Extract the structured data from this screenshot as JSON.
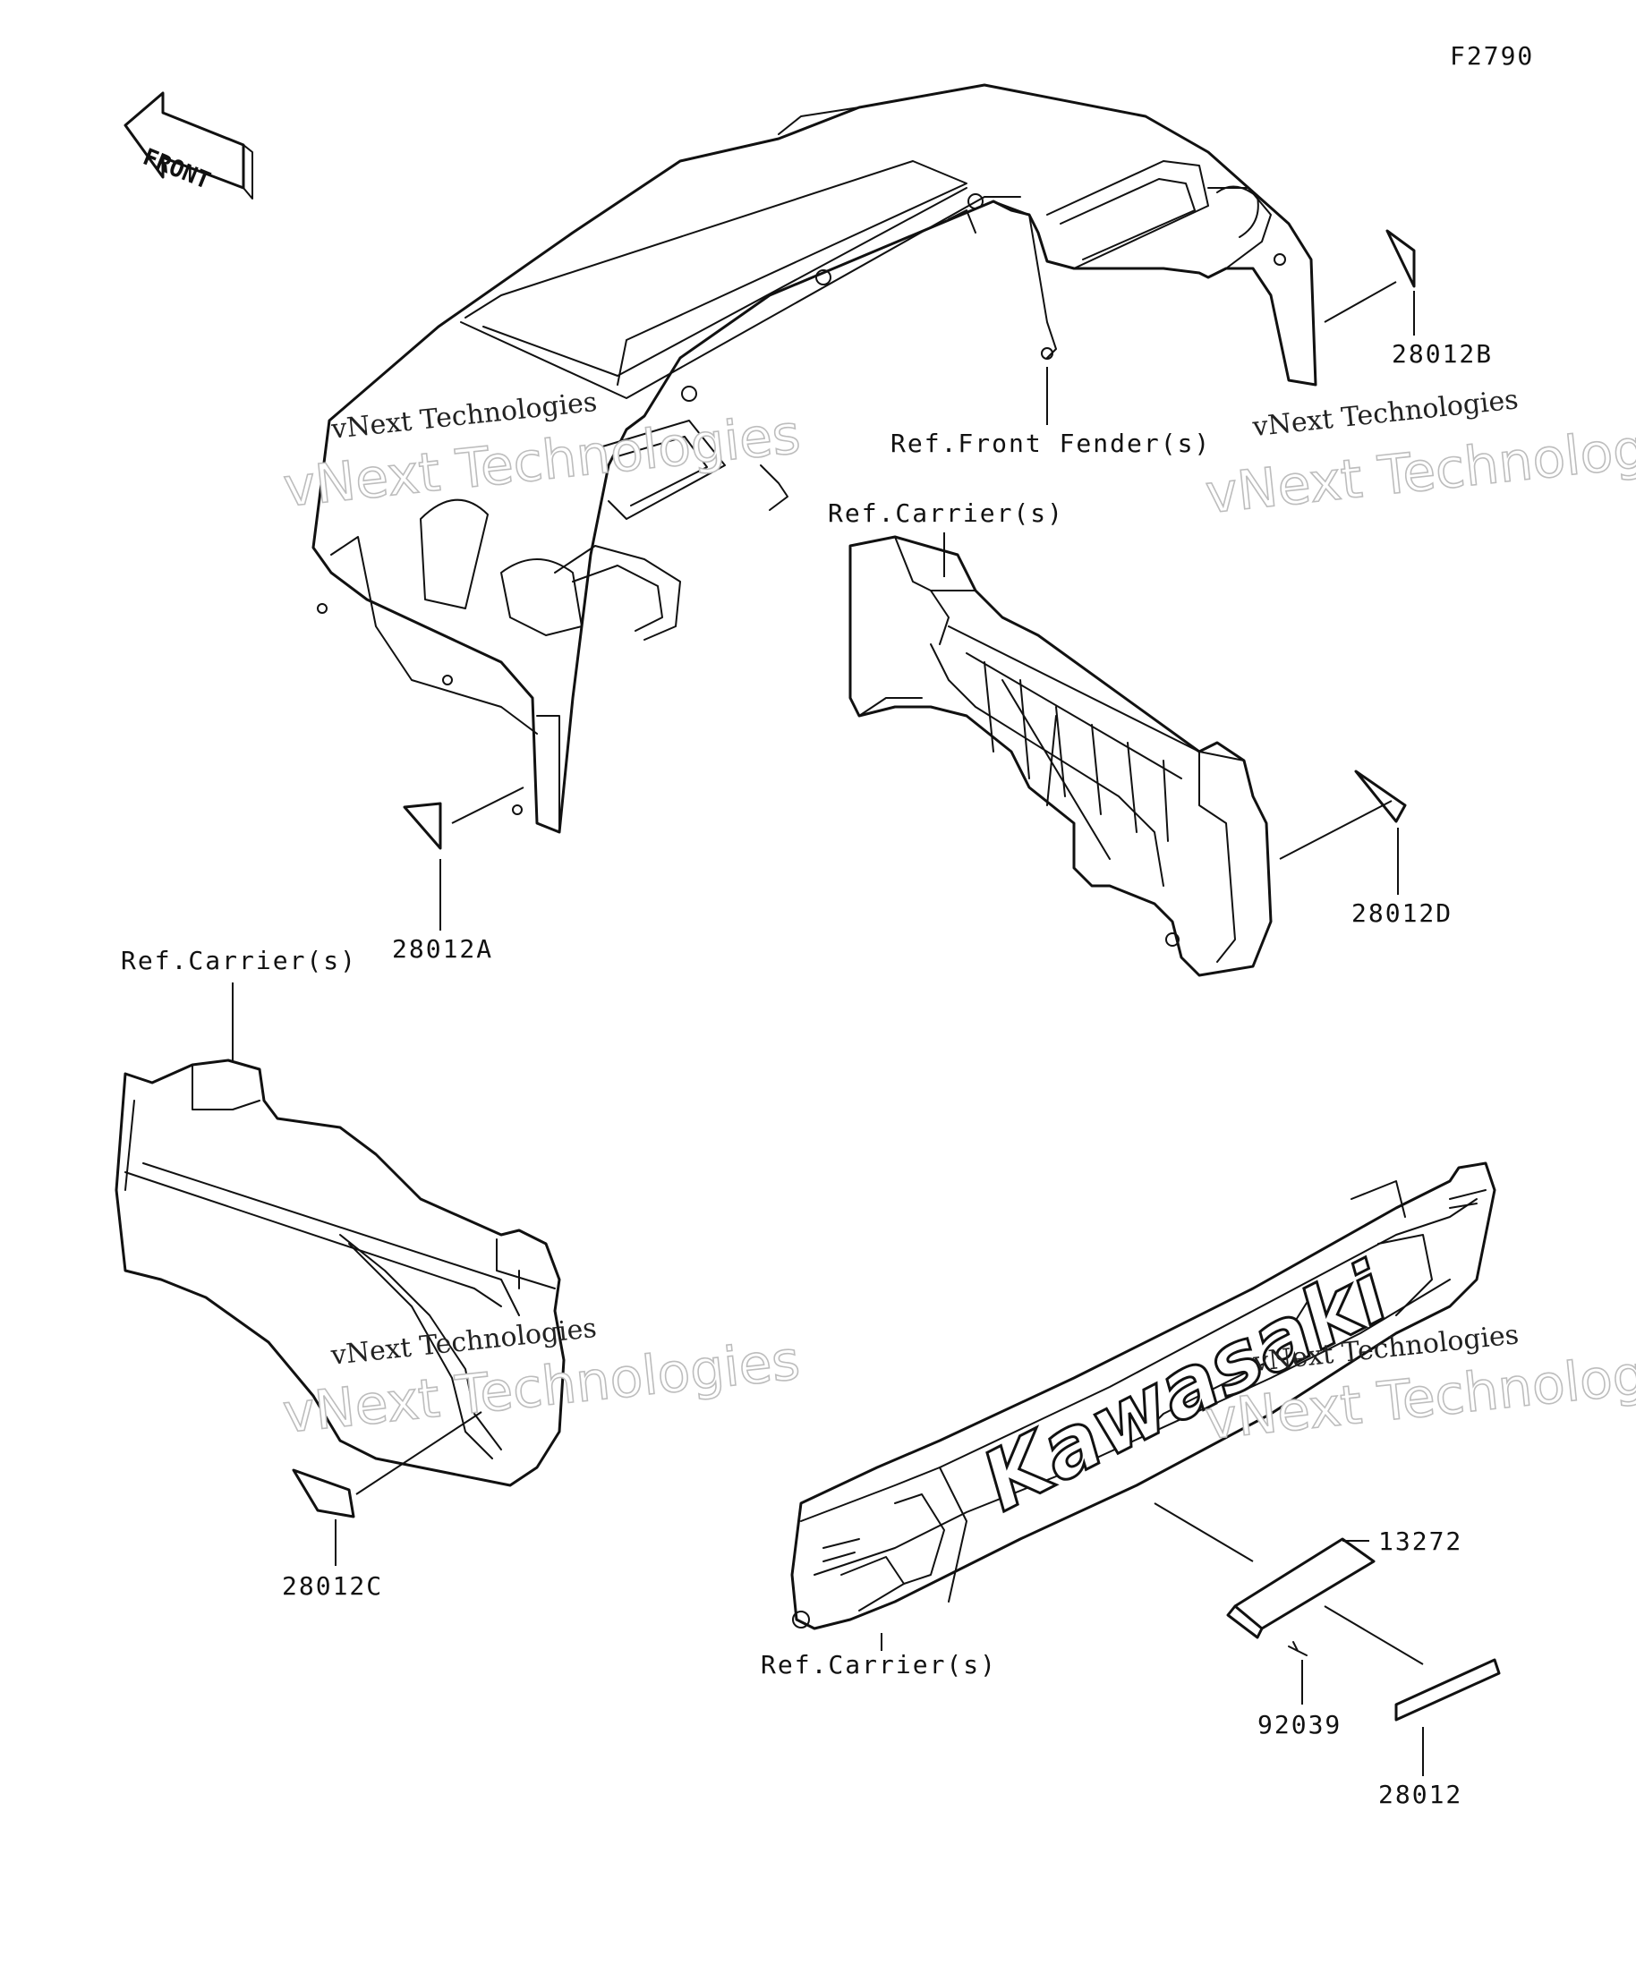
{
  "figure_code": "F2790",
  "front_arrow_label": "FRONT",
  "brand_logo": "Kawasaki",
  "watermark": {
    "line1": "vNext Technologies",
    "line2": "vNext Technologies"
  },
  "references": {
    "front_fender": "Ref.Front Fender(s)",
    "carrier_upper": "Ref.Carrier(s)",
    "carrier_left": "Ref.Carrier(s)",
    "carrier_bottom": "Ref.Carrier(s)"
  },
  "parts": {
    "p28012A": "28012A",
    "p28012B": "28012B",
    "p28012C": "28012C",
    "p28012D": "28012D",
    "p13272": "13272",
    "p92039": "92039",
    "p28012": "28012"
  }
}
